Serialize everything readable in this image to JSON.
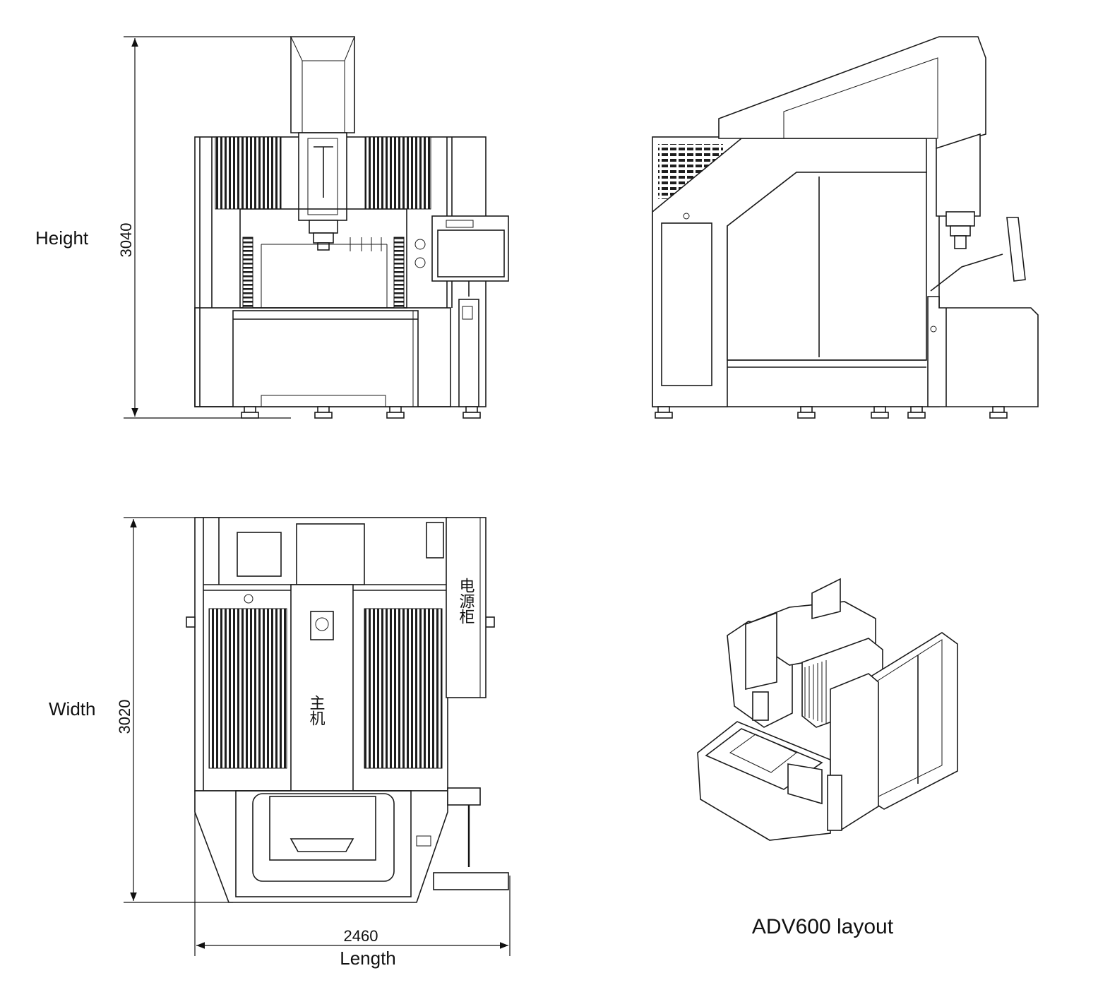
{
  "front_view": {
    "label": "Height",
    "dimension": "3040"
  },
  "top_view": {
    "label_width": "Width",
    "dimension_width": "3020",
    "dimension_length": "2460",
    "label_length": "Length",
    "label_power_cabinet": "电源柜",
    "label_main_machine": "主机"
  },
  "iso_view": {
    "caption": "ADV600 layout"
  }
}
